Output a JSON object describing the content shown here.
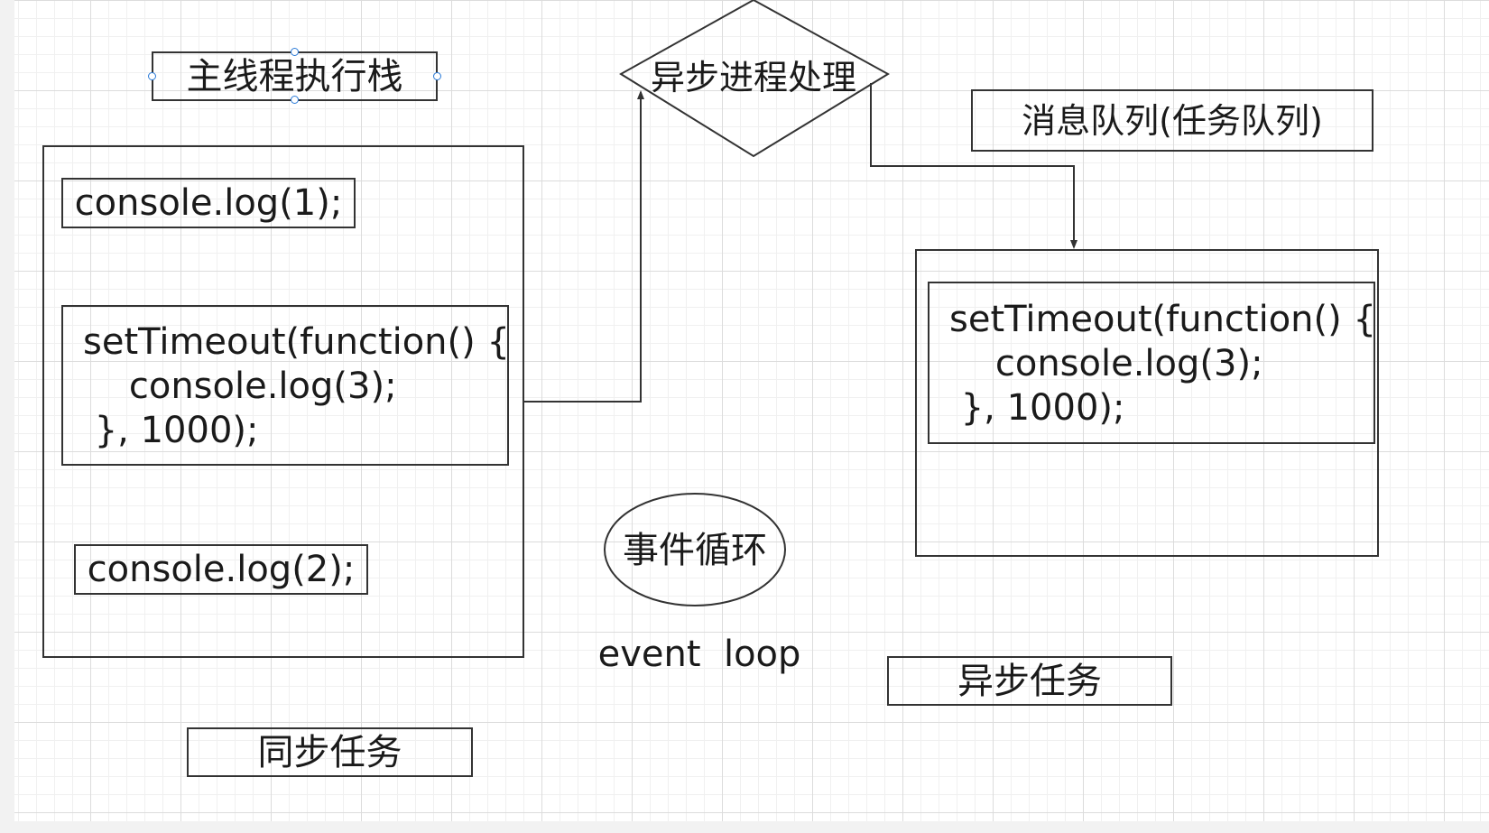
{
  "labels": {
    "main_thread_stack": "主线程执行栈",
    "async_process": "异步进程处理",
    "message_queue": "消息队列(任务队列)",
    "event_loop_cn": "事件循环",
    "event_loop_en": "event  loop",
    "sync_tasks": "同步任务",
    "async_tasks": "异步任务"
  },
  "stack": {
    "log1": "console.log(1);",
    "timeout_line1": "setTimeout(function() {",
    "timeout_line2": "    console.log(3);",
    "timeout_line3": " }, 1000);",
    "log2": "console.log(2);"
  },
  "queue": {
    "timeout_line1": "setTimeout(function() {",
    "timeout_line2": "    console.log(3);",
    "timeout_line3": " }, 1000);"
  },
  "colors": {
    "stroke": "#333333",
    "selection_handle": "#2b7bd8",
    "grid_major": "#dcdcdc",
    "grid_minor": "#f0f0f0"
  }
}
